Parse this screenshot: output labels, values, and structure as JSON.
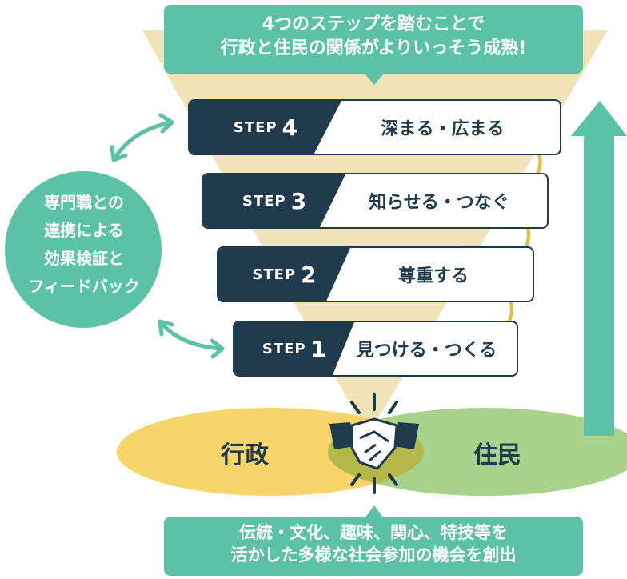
{
  "top_callout": {
    "line1": "4つのステップを踏むことで",
    "line2": "行政と住民の関係がよりいっそう成熟!"
  },
  "steps": [
    {
      "prefix": "STEP",
      "number": "4",
      "label": "深まる・広まる"
    },
    {
      "prefix": "STEP",
      "number": "3",
      "label": "知らせる・つなぐ"
    },
    {
      "prefix": "STEP",
      "number": "2",
      "label": "尊重する"
    },
    {
      "prefix": "STEP",
      "number": "1",
      "label": "見つける・つくる"
    }
  ],
  "circle": {
    "line1": "専門職との",
    "line2": "連携による",
    "line3": "効果検証と",
    "line4": "フィードバック"
  },
  "parties": {
    "left": "行政",
    "right": "住民"
  },
  "bottom_callout": {
    "line1": "伝統・文化、趣味、関心、特技等を",
    "line2": "活かした多様な社会参加の機会を創出"
  },
  "colors": {
    "dark": "#1f3a4c",
    "teal": "#5cc2a7",
    "funnel": "#f1e2b8",
    "yellow": "#f7d56b",
    "green": "#a9d28a",
    "overlap": "#b3b848",
    "arrow": "#f0b83c"
  },
  "icons": [
    "handshake-icon",
    "double-arrow-icon",
    "curved-arrow-icon",
    "up-arrow-icon"
  ]
}
